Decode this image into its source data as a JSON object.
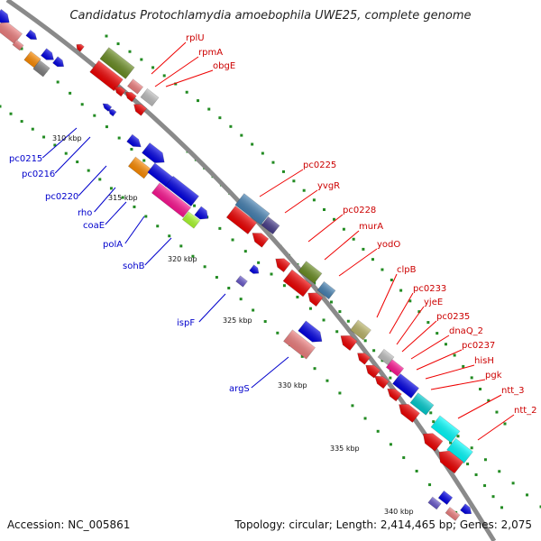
{
  "title": "Candidatus Protochlamydia amoebophila UWE25, complete genome",
  "footer": {
    "accession": "Accession: NC_005861",
    "summary": "Topology: circular; Length: 2,414,465 bp; Genes: 2,075"
  },
  "ticks": [
    "310 kbp",
    "315 kbp",
    "320 kbp",
    "325 kbp",
    "330 kbp",
    "335 kbp",
    "340 kbp"
  ],
  "labels_left": [
    "pc0215",
    "pc0216",
    "pc0220",
    "rho",
    "coaE",
    "polA",
    "sohB",
    "ispF",
    "argS"
  ],
  "labels_right": [
    "rplU",
    "rpmA",
    "obgE",
    "pc0225",
    "yvgR",
    "pc0228",
    "murA",
    "yodO",
    "clpB",
    "pc0233",
    "yjeE",
    "pc0235",
    "dnaQ_2",
    "pc0237",
    "hisH",
    "pgk",
    "ntt_3",
    "ntt_2"
  ],
  "colors": {
    "forward_label": "#0000cc",
    "reverse_label": "#cc0000",
    "leader_forward": "#0000cc",
    "leader_reverse": "#ee0000",
    "backbone": "#808080",
    "tick_dots": "#228b22"
  }
}
